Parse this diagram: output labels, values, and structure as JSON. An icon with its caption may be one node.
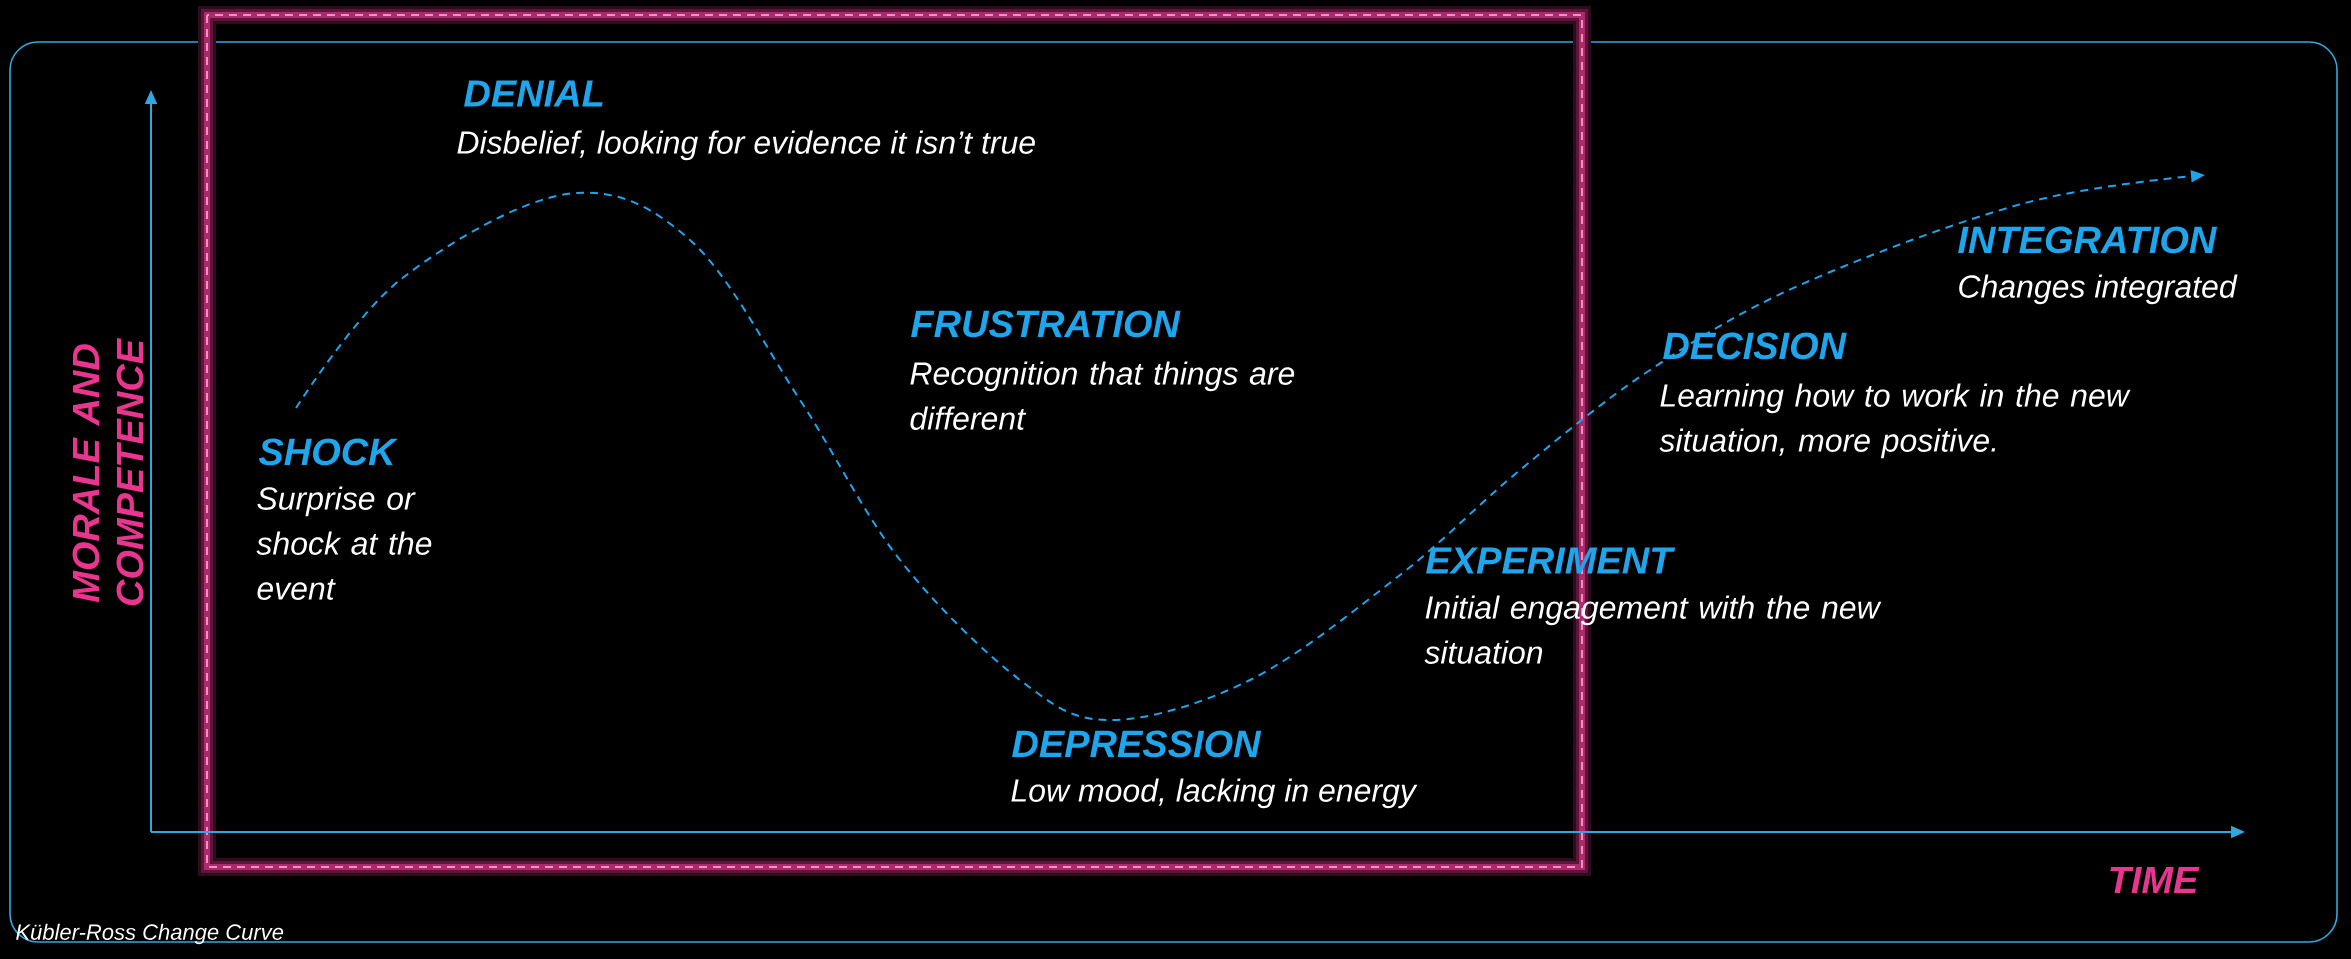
{
  "diagram": {
    "caption": "Kübler-Ross Change Curve",
    "labels": [
      "DENIAL",
      "Disbelief, looking for evidence it isn’t true",
      "INTEGRATION",
      "Changes integrated",
      "FRUSTRATION",
      "Recognition that things are different",
      "DECISION",
      "Learning how to work in the new situation, more positive.",
      "SHOCK",
      "Surprise or shock at the event",
      "MORALE AND COMPETENCE",
      "EXPERIMENT",
      "Initial engagement with the new situation",
      "DEPRESSION",
      "Low mood, lacking in energy",
      "TIME"
    ]
  }
}
